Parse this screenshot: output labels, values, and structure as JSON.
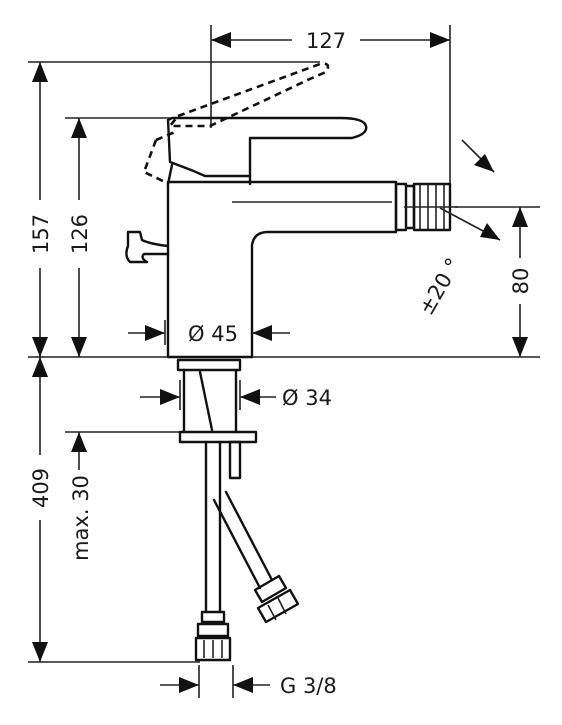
{
  "diagram": {
    "dimensions": {
      "width_top": "127",
      "height_total": "157",
      "height_lever": "126",
      "height_spout": "80",
      "angle": "±20 °",
      "diameter_body": "Ø 45",
      "diameter_shank": "Ø 34",
      "depth_below": "409",
      "max_thickness": "max. 30",
      "thread": "G 3/8"
    }
  }
}
